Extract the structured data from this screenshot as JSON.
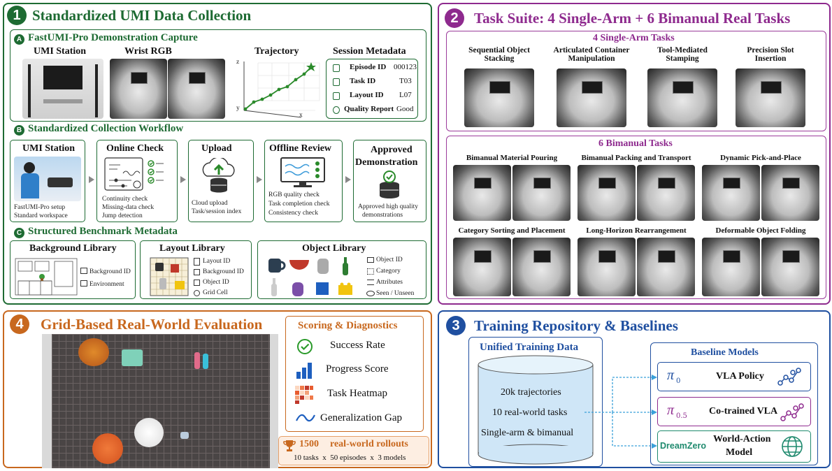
{
  "p1": {
    "num": "1",
    "title": "Standardized UMI Data Collection",
    "a": {
      "letter": "A",
      "title": "FastUMI-Pro Demonstration Capture",
      "umi": "UMI Station",
      "wrist": "Wrist RGB",
      "traj": "Trajectory",
      "meta": "Session Metadata",
      "rows": [
        {
          "k": "Episode ID",
          "v": "000123"
        },
        {
          "k": "Task ID",
          "v": "T03"
        },
        {
          "k": "Layout ID",
          "v": "L07"
        },
        {
          "k": "Quality Report",
          "v": "Good"
        }
      ],
      "axz": "z",
      "axy": "y",
      "axx": "x"
    },
    "b": {
      "letter": "B",
      "title": "Standardized Collection Workflow",
      "s1": {
        "t": "UMI Station",
        "l": [
          "FastUMI-Pro setup",
          "Standard workspace"
        ]
      },
      "s2": {
        "t": "Online Check",
        "l": [
          "Continuity check",
          "Missing-data check",
          "Jump detection"
        ]
      },
      "s3": {
        "t": "Upload",
        "l": [
          "Cloud upload",
          "Task/session index"
        ]
      },
      "s4": {
        "t": "Offline Review",
        "l": [
          "RGB quality check",
          "Task completion check",
          "Consistency check"
        ]
      },
      "s5": {
        "t1": "Approved",
        "t2": "Demonstration",
        "l": [
          "Approved high quality",
          "demonstrations"
        ]
      }
    },
    "c": {
      "letter": "C",
      "title": "Structured Benchmark Metadata",
      "bg": {
        "t": "Background Library",
        "l": [
          "Background ID",
          "Environment"
        ]
      },
      "lay": {
        "t": "Layout Library",
        "l": [
          "Layout ID",
          "Background ID",
          "Object ID",
          "Grid Cell"
        ]
      },
      "obj": {
        "t": "Object Library",
        "l": [
          "Object ID",
          "Category",
          "Attributes",
          "Seen / Unseen"
        ]
      }
    }
  },
  "p2": {
    "num": "2",
    "title": "Task Suite: 4 Single-Arm + 6 Bimanual Real Tasks",
    "single": {
      "t": "4 Single-Arm Tasks",
      "tasks": [
        [
          "Sequential Object",
          "Stacking"
        ],
        [
          "Articulated Container",
          "Manipulation"
        ],
        [
          "Tool-Mediated",
          "Stamping"
        ],
        [
          "Precision Slot",
          "Insertion"
        ]
      ]
    },
    "bi": {
      "t": "6 Bimanual Tasks",
      "tasks": [
        "Bimanual Material Pouring",
        "Bimanual Packing and Transport",
        "Dynamic Pick-and-Place",
        "Category Sorting and Placement",
        "Long-Horizon Rearrangement",
        "Deformable Object Folding"
      ]
    }
  },
  "p3": {
    "num": "3",
    "title": "Training Repository & Baselines",
    "data": {
      "t": "Unified Training Data",
      "l": [
        "20k trajectories",
        "10 real-world tasks",
        "Single-arm & bimanual"
      ]
    },
    "models": {
      "t": "Baseline Models",
      "m": [
        {
          "sym": "π",
          "sub": "0",
          "name": "VLA Policy"
        },
        {
          "sym": "π",
          "sub": "0.5",
          "name": "Co-trained VLA"
        },
        {
          "sym": "DreamZero",
          "sub": "",
          "name": "World-Action",
          "name2": "Model"
        }
      ]
    }
  },
  "p4": {
    "num": "4",
    "title": "Grid-Based Real-World Evaluation",
    "score": {
      "t": "Scoring & Diagnostics",
      "items": [
        "Success Rate",
        "Progress Score",
        "Task Heatmap",
        "Generalization Gap"
      ]
    },
    "roll": {
      "t1": "1500",
      "t2": "real-world rollouts",
      "t3": "10 tasks  x  50 episodes  x  3 models"
    }
  },
  "colors": {
    "green": "#1e6b33",
    "purple": "#8e2a8e",
    "blue": "#1f4fa0",
    "orange": "#c8681e"
  }
}
